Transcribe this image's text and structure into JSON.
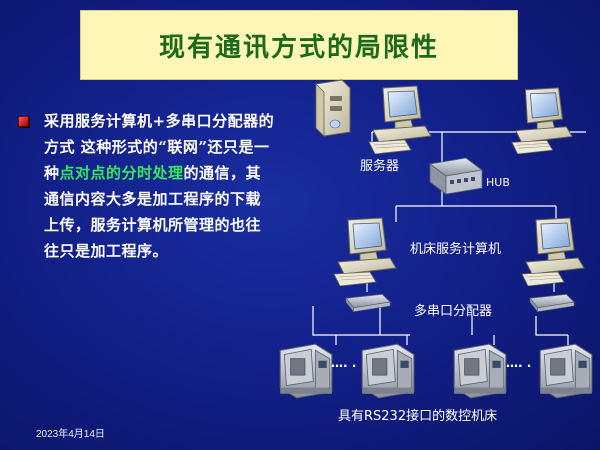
{
  "slide": {
    "title": "现有通讯方式的局限性",
    "body": {
      "part1": "采用服务计算机+多串口分配器的方式 这种形式的“联网”还只是一种",
      "highlight": "点对点的分时处理",
      "part2": "的通信，其通信内容大多是加工程序的下载上传，服务计算机所管理的也往往只是加工程序。"
    },
    "date": "2023年4月14日"
  },
  "diagram": {
    "labels": {
      "server": "服务器",
      "hub": "HUB",
      "service_pc": "机床服务计算机",
      "serial_splitter": "多串口分配器",
      "machines": "具有RS232接口的数控机床",
      "ellipsis": "…. ."
    }
  },
  "colors": {
    "background": "#12208a",
    "title_box": "#fff6b8",
    "title_text": "#1a6a1a",
    "highlight": "#33e85a",
    "link_lines": "#ffffff"
  }
}
